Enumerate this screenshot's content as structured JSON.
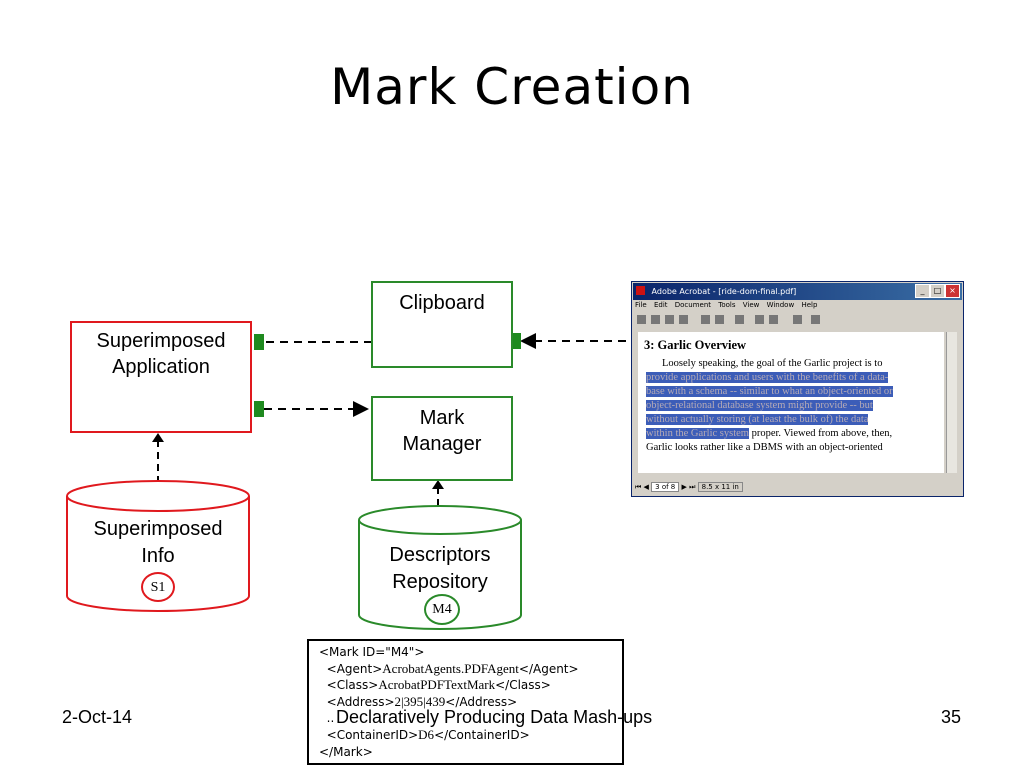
{
  "slide": {
    "title": "Mark Creation",
    "footer_date": "2-Oct-14",
    "footer_center": "Declaratively Producing Data Mash-ups",
    "footer_page": "35"
  },
  "diagram": {
    "superimposed_app": {
      "line1": "Superimposed",
      "line2": "Application"
    },
    "clipboard": {
      "label": "Clipboard"
    },
    "mark_manager": {
      "line1": "Mark",
      "line2": "Manager"
    },
    "superimposed_info": {
      "line1": "Superimposed",
      "line2": "Info",
      "tag": "S1"
    },
    "descriptors_repo": {
      "line1": "Descriptors",
      "line2": "Repository",
      "tag": "M4"
    },
    "colors": {
      "red": "#e0191e",
      "green": "#2a8a2a",
      "connector": "#000000"
    }
  },
  "mark_xml": {
    "line1": "<Mark ID=\"M4\">",
    "agent_open": "<Agent>",
    "agent_value": "AcrobatAgents.PDFAgent",
    "agent_close": "</Agent>",
    "class_open": "<Class>",
    "class_value": "AcrobatPDFTextMark",
    "class_close": "</Class>",
    "address_open": "<Address>",
    "address_value": "2|395|439",
    "address_close": "</Address>",
    "container_open": "<ContainerID>",
    "container_value": "D6",
    "container_close": "</ContainerID>",
    "line_end": "</Mark>",
    "ellipsis": ".."
  },
  "acrobat": {
    "window_title": "Adobe Acrobat - [ride-dom-final.pdf]",
    "menu": [
      "File",
      "Edit",
      "Document",
      "Tools",
      "View",
      "Window",
      "Help"
    ],
    "heading": "3: Garlic Overview",
    "para_line1": "Loosely speaking, the goal of the Garlic project is to",
    "para_hl1": "provide applications and users with the benefits of a data-",
    "para_hl2": "base with a schema -- similar to what an object-oriented or",
    "para_hl3": "object-relational database system might provide -- but",
    "para_hl4": "without actually storing (at least the bulk of) the data",
    "para_hl5": "within the Garlic system",
    "para_rest5": " proper. Viewed from above, then,",
    "para_line7": "Garlic looks rather like a DBMS with an object-oriented",
    "page_indicator": "3 of 8",
    "page_size": "8.5 x 11 in"
  }
}
